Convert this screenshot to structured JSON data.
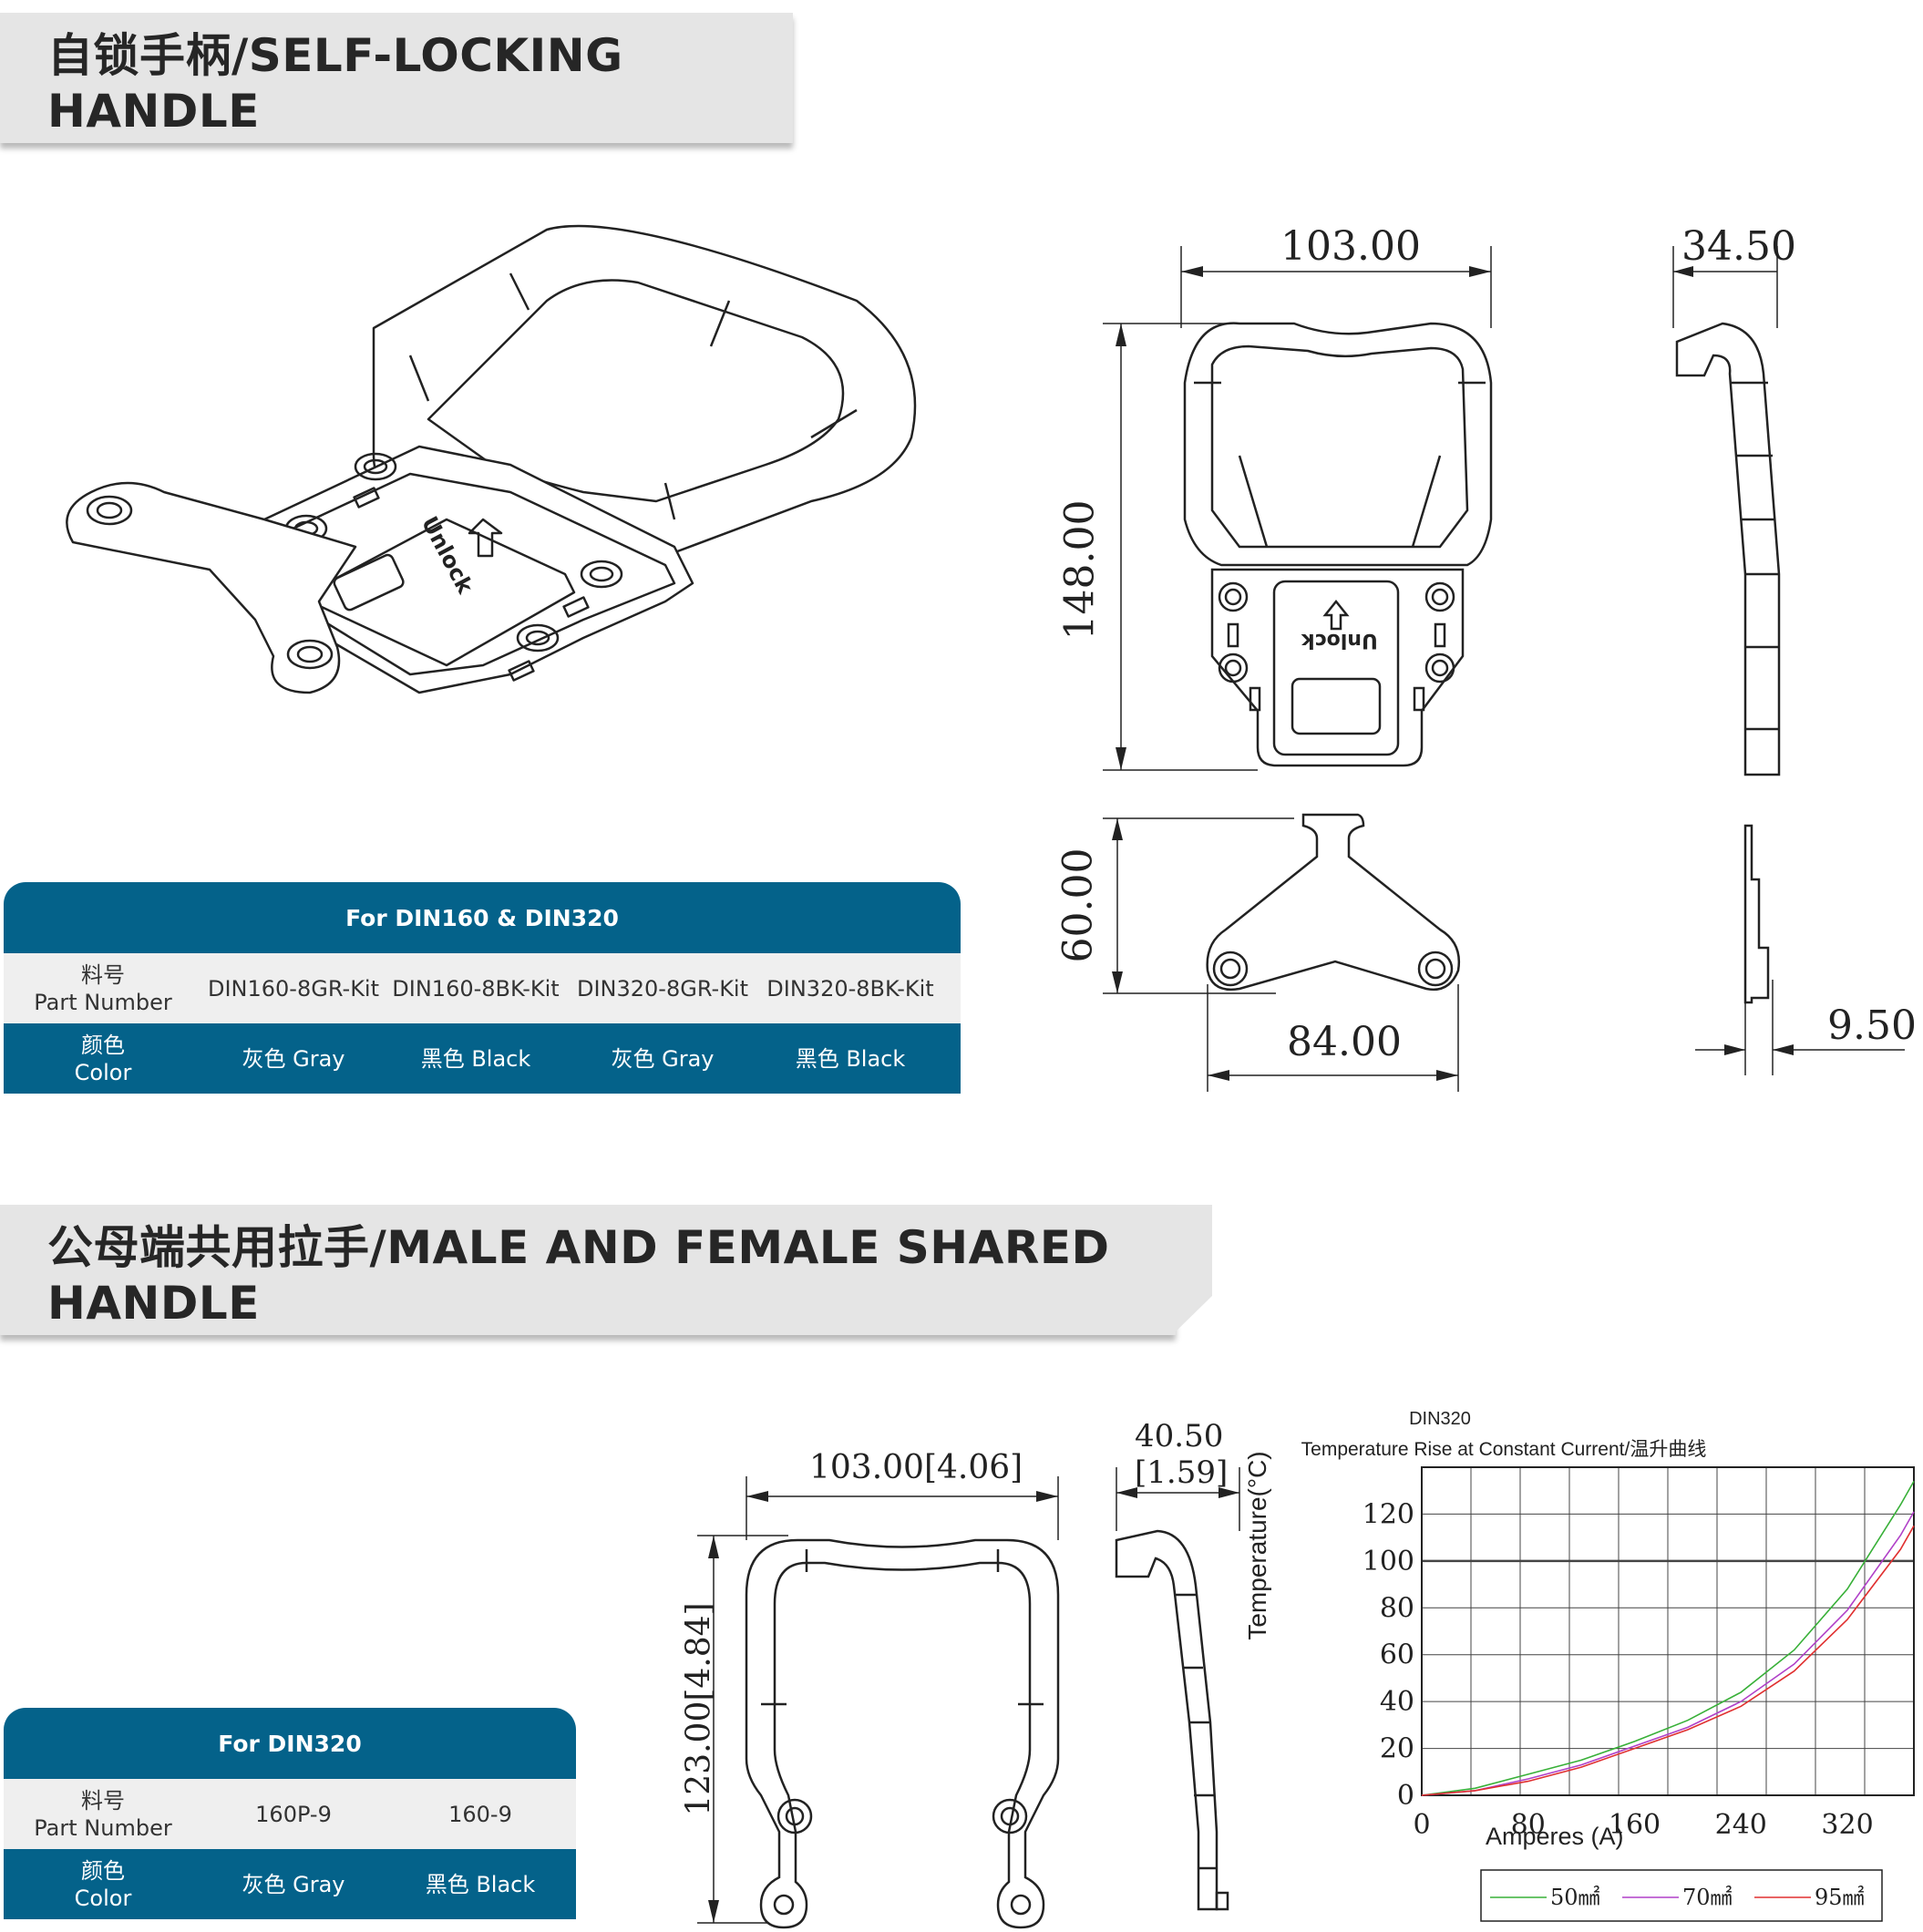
{
  "section1": {
    "title": "自锁手柄/SELF-LOCKING HANDLE",
    "table": {
      "header": "For DIN160 & DIN320",
      "part_label_cn": "料号",
      "part_label_en": "Part Number",
      "color_label_cn": "颜色",
      "color_label_en": "Color",
      "parts": [
        "DIN160-8GR-Kit",
        "DIN160-8BK-Kit",
        "DIN320-8GR-Kit",
        "DIN320-8BK-Kit"
      ],
      "colors": [
        "灰色 Gray",
        "黑色 Black",
        "灰色 Gray",
        "黑色 Black"
      ]
    },
    "drawing_text": {
      "unlock": "Unlock",
      "dim_width": "103.00",
      "dim_height": "148.00",
      "dim_depth": "34.50",
      "dim_base_height": "60.00",
      "dim_base_width": "84.00",
      "dim_thickness": "9.50"
    }
  },
  "section2": {
    "title": "公母端共用拉手/MALE AND FEMALE SHARED HANDLE",
    "table": {
      "header": "For DIN320",
      "part_label_cn": "料号",
      "part_label_en": "Part Number",
      "color_label_cn": "颜色",
      "color_label_en": "Color",
      "parts": [
        "160P-9",
        "160-9"
      ],
      "colors": [
        "灰色 Gray",
        "黑色 Black"
      ]
    },
    "drawing_text": {
      "dim_width": "103.00[4.06]",
      "dim_height": "123.00[4.84]",
      "dim_depth_top": "40.50",
      "dim_depth_bottom": "[1.59]"
    }
  },
  "chart_data": {
    "type": "line",
    "title": "DIN320",
    "subtitle": "Temperature Rise at Constant Current/温升曲线",
    "xlabel": "Amperes (A)",
    "ylabel": "Temperature(°C)",
    "xlim": [
      0,
      370
    ],
    "ylim": [
      0,
      140
    ],
    "xticks": [
      "0",
      "80",
      "160",
      "240",
      "320"
    ],
    "yticks": [
      "0",
      "20",
      "40",
      "60",
      "80",
      "100",
      "120"
    ],
    "grid": true,
    "legend_position": "bottom",
    "series": [
      {
        "name": "50㎟",
        "color": "#38b038",
        "x": [
          0,
          40,
          80,
          120,
          160,
          200,
          240,
          280,
          320,
          360,
          370
        ],
        "y": [
          0,
          3,
          9,
          15,
          23,
          32,
          44,
          62,
          88,
          124,
          134
        ]
      },
      {
        "name": "70㎟",
        "color": "#b040c8",
        "x": [
          0,
          40,
          80,
          120,
          160,
          200,
          240,
          280,
          320,
          360,
          370
        ],
        "y": [
          0,
          2,
          7,
          13,
          21,
          29,
          40,
          56,
          79,
          111,
          121
        ]
      },
      {
        "name": "95㎟",
        "color": "#e03030",
        "x": [
          0,
          40,
          80,
          120,
          160,
          200,
          240,
          280,
          320,
          360,
          370
        ],
        "y": [
          0,
          2,
          6,
          12,
          20,
          28,
          38,
          53,
          75,
          105,
          115
        ]
      }
    ]
  }
}
